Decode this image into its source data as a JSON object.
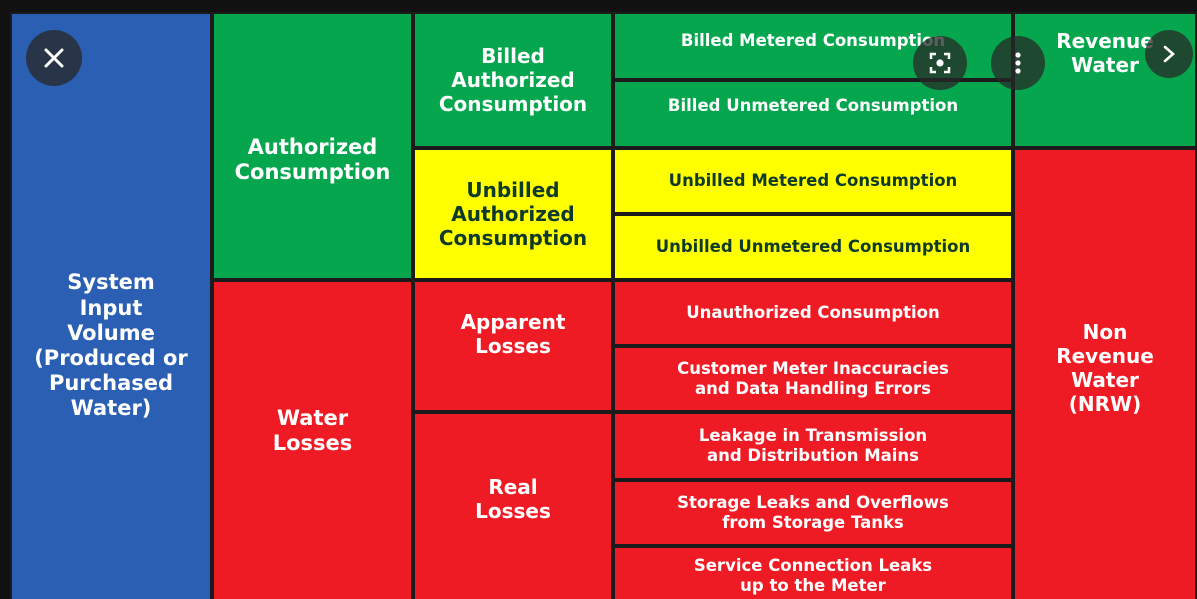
{
  "diagram": {
    "system_input": "System\nInput\nVolume\n(Produced or\nPurchased\nWater)",
    "authorized_consumption": "Authorized\nConsumption",
    "water_losses": "Water\nLosses",
    "billed_authorized": "Billed\nAuthorized\nConsumption",
    "unbilled_authorized": "Unbilled\nAuthorized\nConsumption",
    "apparent_losses": "Apparent\nLosses",
    "real_losses": "Real\nLosses",
    "billed_metered": "Billed Metered Consumption",
    "billed_unmetered": "Billed Unmetered Consumption",
    "unbilled_metered": "Unbilled Metered Consumption",
    "unbilled_unmetered": "Unbilled Unmetered Consumption",
    "unauthorized": "Unauthorized Consumption",
    "meter_inaccuracies": "Customer Meter Inaccuracies\nand Data Handling Errors",
    "leakage_mains": "Leakage in Transmission\nand Distribution Mains",
    "storage_leaks": "Storage Leaks and Overflows\nfrom Storage Tanks",
    "service_leaks": "Service Connection Leaks\nup to the Meter",
    "revenue_water": "Revenue\nWater",
    "non_revenue_water": "Non\nRevenue\nWater\n(NRW)"
  },
  "overlay": {
    "close_icon": "close-icon",
    "lens_icon": "lens-icon",
    "more_icon": "more-vertical-icon",
    "next_icon": "chevron-right-icon"
  },
  "colors": {
    "blue": "#2b5fb3",
    "green": "#06a64e",
    "yellow": "#ffff00",
    "red": "#ee1b24"
  }
}
